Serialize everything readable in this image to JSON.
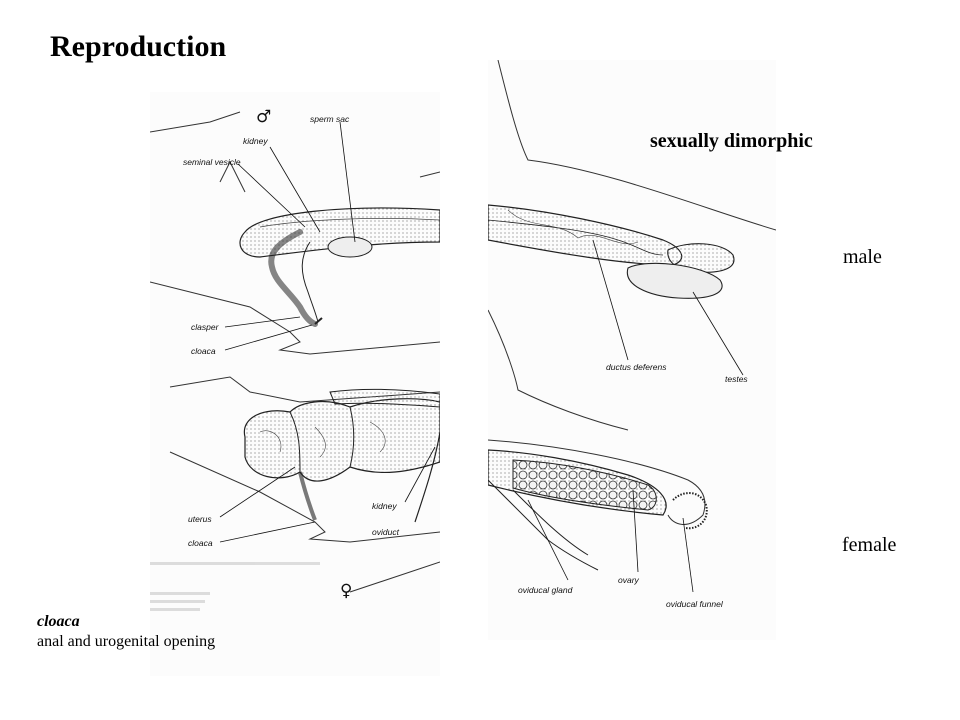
{
  "slide": {
    "title": "Reproduction",
    "subtitle": "sexually dimorphic",
    "male_label": "male",
    "female_label": "female",
    "caption_term": "cloaca",
    "caption_desc": "anal and urogenital opening"
  },
  "left_plate": {
    "male_symbol": "♂",
    "female_symbol": "♀",
    "labels": {
      "kidney_top": "kidney",
      "sperm_sac": "sperm sac",
      "seminal_vesicle": "seminal vesicle",
      "clasper": "clasper",
      "cloaca_top": "cloaca",
      "uterus": "uterus",
      "cloaca_bottom": "cloaca",
      "kidney_bottom": "kidney",
      "oviduct": "oviduct"
    }
  },
  "right_plate": {
    "labels": {
      "ductus_deferens": "ductus deferens",
      "testes": "testes",
      "oviducal_gland": "oviducal gland",
      "ovary": "ovary",
      "oviducal_funnel": "oviducal funnel"
    }
  },
  "colors": {
    "ink": "#111111",
    "stipple": "#777777",
    "organ_fill": "#e6e6e6",
    "organ_dark": "#9a9a9a"
  }
}
